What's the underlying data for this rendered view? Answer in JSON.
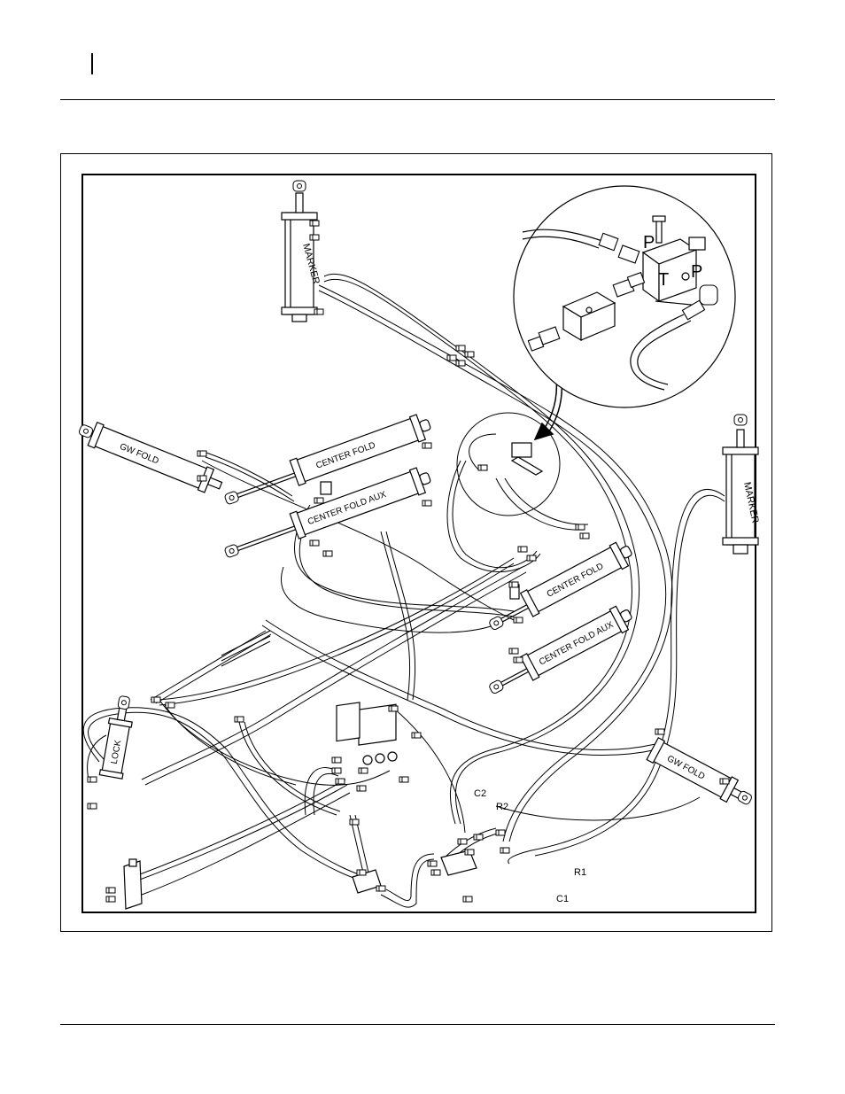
{
  "diagram": {
    "cylinder_labels": {
      "marker_top": "MARKER",
      "marker_right": "MARKER",
      "gw_fold_left": "GW FOLD",
      "gw_fold_right": "GW FOLD",
      "center_fold_upper_left": "CENTER FOLD",
      "center_fold_aux_left": "CENTER FOLD AUX",
      "center_fold_right": "CENTER FOLD",
      "center_fold_aux_right": "CENTER FOLD AUX",
      "lock": "LOCK"
    },
    "detail_port_labels": {
      "p_top": "P",
      "t_port": "T",
      "p_right": "P"
    },
    "port_labels": {
      "c2": "C2",
      "r2": "R2",
      "r1": "R1",
      "c1": "C1"
    }
  }
}
